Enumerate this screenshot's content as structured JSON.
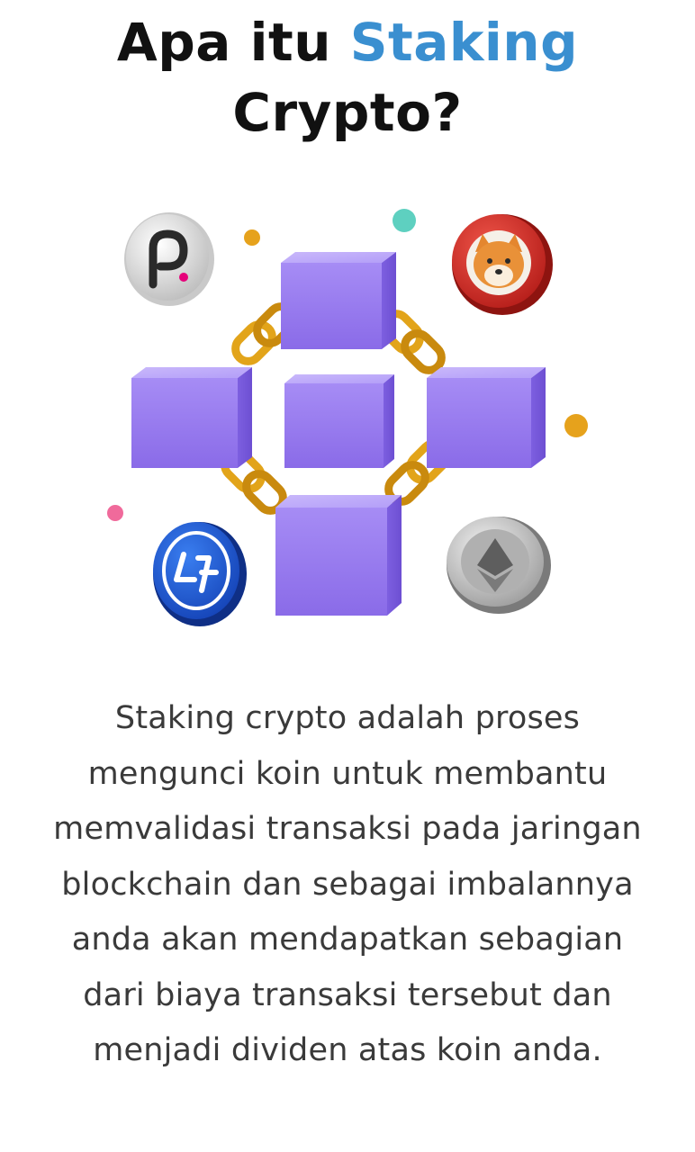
{
  "header": {
    "title_line1_prefix": "Apa itu ",
    "title_line1_accent": "Staking",
    "title_line2": "Crypto?",
    "accent_color": "#3a8fd0"
  },
  "illustration": {
    "icons": [
      "polkadot-coin-icon",
      "shiba-inu-coin-icon",
      "chain-block-icon",
      "chain-link-icon",
      "avalanche-style-coin-icon",
      "ethereum-coin-icon"
    ],
    "block_color": "#9b7df2",
    "chain_color": "#e2a41a"
  },
  "body": {
    "description": "Staking crypto adalah proses mengunci koin untuk membantu memvalidasi transaksi pada jaringan blockchain dan sebagai imbalannya anda akan mendapatkan sebagian dari biaya transaksi tersebut dan menjadi dividen atas koin anda."
  }
}
